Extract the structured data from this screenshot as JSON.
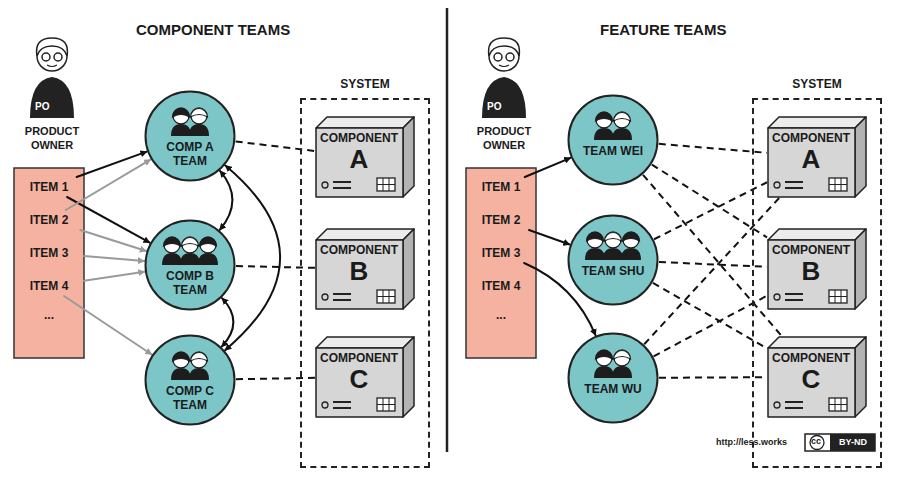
{
  "diagram": {
    "nodes": [
      {
        "text": [
          "ITEM 1"
        ]
      },
      {
        "text": [
          "ITEM 2"
        ]
      },
      {
        "text": [
          "ITEM 3"
        ]
      },
      {
        "text": [
          "ITEM 4"
        ]
      },
      {
        "text": [
          "COMP A TEAM"
        ]
      },
      {
        "text": [
          "COMP B TEAM"
        ]
      },
      {
        "text": [
          "COMP C TEAM"
        ]
      },
      {
        "text": [
          "SYSTEM"
        ]
      },
      {
        "text": [
          "COMPONENT",
          "A"
        ],
        "in": 7
      },
      {
        "text": [
          "COMPONENT",
          "B"
        ],
        "in": 7
      },
      {
        "text": [
          "COMPONENT",
          "C"
        ],
        "in": 7
      },
      {
        "text": [
          "ITEM 1"
        ]
      },
      {
        "text": [
          "ITEM 2"
        ]
      },
      {
        "text": [
          "ITEM 3"
        ]
      },
      {
        "text": [
          "ITEM 4"
        ]
      },
      {
        "text": [
          "TEAM WEI"
        ]
      },
      {
        "text": [
          "TEAM SHU"
        ]
      },
      {
        "text": [
          "TEAM WU"
        ]
      },
      {
        "text": [
          "SYSTEM"
        ]
      },
      {
        "text": [
          "COMPONENT",
          "A"
        ],
        "in": 18
      },
      {
        "text": [
          "COMPONENT",
          "B"
        ],
        "in": 18
      },
      {
        "text": [
          "COMPONENT",
          "C"
        ],
        "in": 18
      }
    ],
    "edges": [
      {
        "from": 0,
        "to": 4,
        "arrow": "to"
      },
      {
        "from": 0,
        "to": 5,
        "arrow": "to"
      },
      {
        "from": 1,
        "to": 4,
        "arrow": "to"
      },
      {
        "from": 1,
        "to": 5,
        "arrow": "to"
      },
      {
        "from": 2,
        "to": 5,
        "arrow": "to"
      },
      {
        "from": 3,
        "to": 5,
        "arrow": "to"
      },
      {
        "from": 3,
        "to": 6,
        "arrow": "to"
      },
      {
        "from": 4,
        "to": 5,
        "arrow": "both"
      },
      {
        "from": 5,
        "to": 6,
        "arrow": "both"
      },
      {
        "from": 4,
        "to": 6,
        "arrow": "both"
      },
      {
        "from": 4,
        "to": 8,
        "arrow": "none"
      },
      {
        "from": 5,
        "to": 9,
        "arrow": "none"
      },
      {
        "from": 6,
        "to": 10,
        "arrow": "none"
      },
      {
        "from": 11,
        "to": 15,
        "arrow": "to"
      },
      {
        "from": 12,
        "to": 16,
        "arrow": "to"
      },
      {
        "from": 13,
        "to": 17,
        "arrow": "to"
      },
      {
        "from": 15,
        "to": 19,
        "arrow": "none"
      },
      {
        "from": 15,
        "to": 20,
        "arrow": "none"
      },
      {
        "from": 15,
        "to": 21,
        "arrow": "none"
      },
      {
        "from": 16,
        "to": 19,
        "arrow": "none"
      },
      {
        "from": 16,
        "to": 20,
        "arrow": "none"
      },
      {
        "from": 16,
        "to": 21,
        "arrow": "none"
      },
      {
        "from": 17,
        "to": 19,
        "arrow": "none"
      },
      {
        "from": 17,
        "to": 20,
        "arrow": "none"
      },
      {
        "from": 17,
        "to": 21,
        "arrow": "none"
      }
    ],
    "labels": [
      "COMPONENT TEAMS",
      "PO",
      "PRODUCT OWNER",
      "...",
      "FEATURE TEAMS",
      "PO",
      "PRODUCT OWNER",
      "...",
      "http://less.works",
      "cc",
      "BY-ND"
    ]
  }
}
